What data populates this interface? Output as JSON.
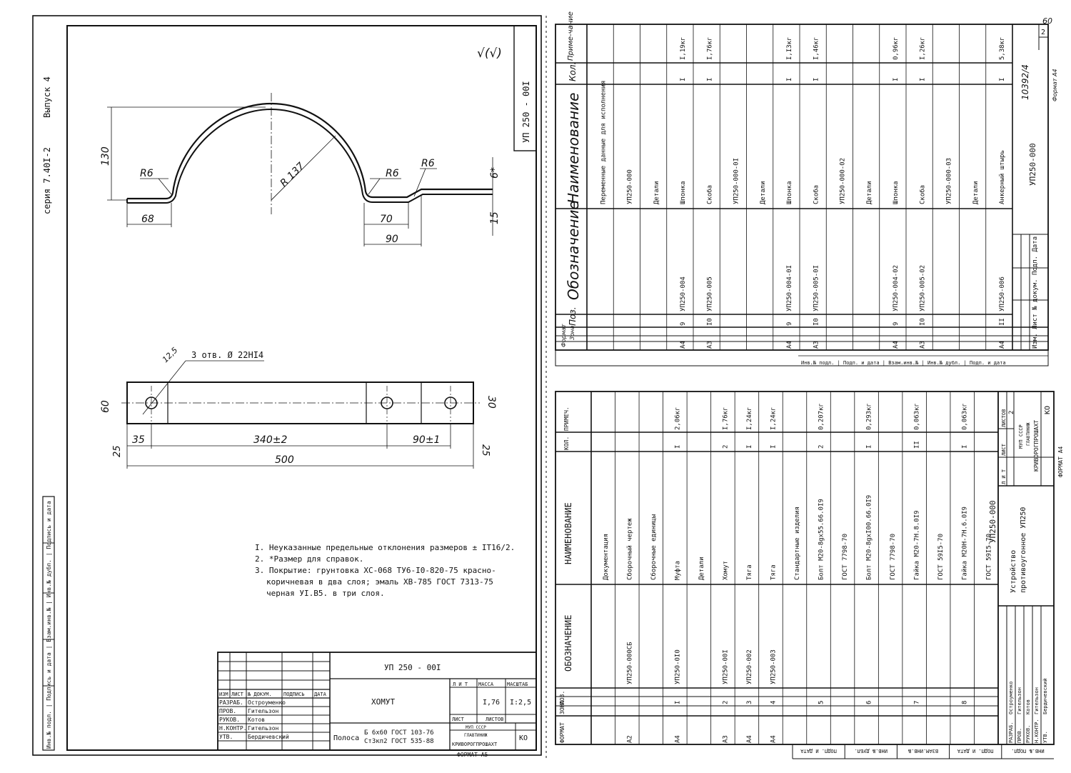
{
  "left_sheet": {
    "series": "серия 7.40I-2",
    "issue": "Выпуск 4",
    "roughness": "√(√)",
    "corner_stamp": "УП 250 - 00I",
    "sheet_number": "60",
    "part_top": {
      "dim_130": "130",
      "r6_left": "R6",
      "r137": "R 137",
      "r6_mid": "R6",
      "r6_right": "R6",
      "dim_6": "6*",
      "dim_68": "68",
      "dim_70": "70",
      "dim_90": "90",
      "dim_15": "15"
    },
    "part_bottom": {
      "holes_note": "3 отв. Ø 22HI4",
      "rough_125": "12,5",
      "dim_60": "60",
      "dim_30": "30",
      "dim_35": "35",
      "dim_340": "340±2",
      "dim_90_tol": "90±1",
      "dim_500": "500",
      "dim_25_left": "25",
      "dim_25_right": "25"
    },
    "notes": [
      "I. Неуказанные предельные отклонения размеров ± IT16/2.",
      "2. *Размер для справок.",
      "3. Покрытие: грунтовка ХС-068 ТУ6-I0-820-75 красно-",
      "коричневая в два слоя; эмаль ХВ-785 ГОСТ 7313-75",
      "черная УI.В5. в три слоя."
    ],
    "left_strip": "Инв.№ подл. | Подпись и дата | Взам.инв.№ | Инв.№ дубл. | Подпись и дата",
    "title_block": {
      "designation": "УП 250 - 00I",
      "name": "ХОМУТ",
      "material_label": "Полоса",
      "material_1": "Б 6х60 ГОСТ 103-76",
      "material_2": "Ст3кп2 ГОСТ 535-88",
      "lit_header": "Л И Т",
      "mass_header": "МАССА",
      "scale_header": "МАСШТАБ",
      "mass": "I,76",
      "scale": "I:2,5",
      "sheet_header": "ЛИСТ",
      "sheets_header": "ЛИСТОВ",
      "org_1": "МУП СССР",
      "org_2": "ГЛАВТИНИЖ",
      "org_3": "КРИВОРОГПРОШАХТ",
      "code": "КО",
      "format": "ФОРМАТ А5",
      "roles": [
        "ИЗМ",
        "ЛИСТ",
        "№ ДОКУМ.",
        "ПОДПИСЬ",
        "ДАТА"
      ],
      "people": [
        {
          "role": "РАЗРАБ.",
          "name": "Остроуменко"
        },
        {
          "role": "ПРОВ.",
          "name": "Гительзон"
        },
        {
          "role": "РУКОВ.",
          "name": "Котов"
        },
        {
          "role": "Н.КОНТР.",
          "name": "Гительзон"
        },
        {
          "role": "УТВ.",
          "name": "Бердичевский"
        }
      ]
    }
  },
  "top_right_spec": {
    "headers": {
      "format": "Формат",
      "zone": "Зона",
      "pos": "Поз.",
      "designation": "Обозначение",
      "name": "Наименование",
      "qty": "Кол.",
      "note": "Приме-чание"
    },
    "rows": [
      {
        "fmt": "",
        "pos": "",
        "des": "",
        "name": "Переменные данные для исполнения",
        "qty": "",
        "note": ""
      },
      {
        "fmt": "",
        "pos": "",
        "des": "",
        "name": "УП250-000",
        "qty": "",
        "note": ""
      },
      {
        "fmt": "",
        "pos": "",
        "des": "",
        "name": "Детали",
        "qty": "",
        "note": ""
      },
      {
        "fmt": "А4",
        "pos": "9",
        "des": "УП250-004",
        "name": "Шпонка",
        "qty": "I",
        "note": "I,19кг"
      },
      {
        "fmt": "А3",
        "pos": "I0",
        "des": "УП250-005",
        "name": "Скоба",
        "qty": "I",
        "note": "I,76кг"
      },
      {
        "fmt": "",
        "pos": "",
        "des": "",
        "name": "УП250-000-0I",
        "qty": "",
        "note": ""
      },
      {
        "fmt": "",
        "pos": "",
        "des": "",
        "name": "Детали",
        "qty": "",
        "note": ""
      },
      {
        "fmt": "А4",
        "pos": "9",
        "des": "УП250-004-0I",
        "name": "Шпонка",
        "qty": "I",
        "note": "I,I3кг"
      },
      {
        "fmt": "А3",
        "pos": "I0",
        "des": "УП250-005-0I",
        "name": "Скоба",
        "qty": "I",
        "note": "I,46кг"
      },
      {
        "fmt": "",
        "pos": "",
        "des": "",
        "name": "УП250-000-02",
        "qty": "",
        "note": ""
      },
      {
        "fmt": "",
        "pos": "",
        "des": "",
        "name": "Детали",
        "qty": "",
        "note": ""
      },
      {
        "fmt": "А4",
        "pos": "9",
        "des": "УП250-004-02",
        "name": "Шпонка",
        "qty": "I",
        "note": "0,96кг"
      },
      {
        "fmt": "А3",
        "pos": "I0",
        "des": "УП250-005-02",
        "name": "Скоба",
        "qty": "I",
        "note": "I,26кг"
      },
      {
        "fmt": "",
        "pos": "",
        "des": "",
        "name": "УП250-000-03",
        "qty": "",
        "note": ""
      },
      {
        "fmt": "",
        "pos": "",
        "des": "",
        "name": "Детали",
        "qty": "",
        "note": ""
      },
      {
        "fmt": "А4",
        "pos": "II",
        "des": "УП250-006",
        "name": "Анкерный штырь",
        "qty": "I",
        "note": "5,38кг"
      }
    ],
    "footer_designation": "УП250-000",
    "sheet": "2",
    "stamp_number": "10392/4",
    "format": "Формат А4",
    "side_labels": "Инв.№ подл. | Подп. и дата | Взам.инв.№ | Инв.№ дубл. | Подп. и дата",
    "change_row": "Изм. Лист № докум. Подп. Дата"
  },
  "bottom_right_spec": {
    "headers": {
      "format": "ФОРМАТ",
      "zone": "ЗОНА",
      "pos": "ПОЗ.",
      "designation": "ОБОЗНАЧЕНИЕ",
      "name": "НАИМЕНОВАНИЕ",
      "qty": "КОЛ.",
      "note": "ПРИМЕЧ."
    },
    "rows": [
      {
        "fmt": "",
        "pos": "",
        "des": "",
        "name": "Документация",
        "qty": "",
        "note": ""
      },
      {
        "fmt": "А2",
        "pos": "",
        "des": "УП250-000СБ",
        "name": "Сборочный чертеж",
        "qty": "",
        "note": ""
      },
      {
        "fmt": "",
        "pos": "",
        "des": "",
        "name": "Сборочные единицы",
        "qty": "",
        "note": ""
      },
      {
        "fmt": "А4",
        "pos": "I",
        "des": "УП250-0I0",
        "name": "Муфта",
        "qty": "I",
        "note": "2,06кг"
      },
      {
        "fmt": "",
        "pos": "",
        "des": "",
        "name": "Детали",
        "qty": "",
        "note": ""
      },
      {
        "fmt": "А3",
        "pos": "2",
        "des": "УП250-00I",
        "name": "Хомут",
        "qty": "2",
        "note": "I,76кг"
      },
      {
        "fmt": "А4",
        "pos": "3",
        "des": "УП250-002",
        "name": "Тяга",
        "qty": "I",
        "note": "I,24кг"
      },
      {
        "fmt": "А4",
        "pos": "4",
        "des": "УП250-003",
        "name": "Тяга",
        "qty": "I",
        "note": "I,24кг"
      },
      {
        "fmt": "",
        "pos": "",
        "des": "",
        "name": "Стандартные изделия",
        "qty": "",
        "note": ""
      },
      {
        "fmt": "",
        "pos": "5",
        "des": "",
        "name": "Болт М20-8gх55.66.0I9",
        "qty": "2",
        "note": "0,207кг"
      },
      {
        "fmt": "",
        "pos": "",
        "des": "",
        "name": "ГОСТ 7798-70",
        "qty": "",
        "note": ""
      },
      {
        "fmt": "",
        "pos": "6",
        "des": "",
        "name": "Болт М20-8gхI00.66.0I9",
        "qty": "I",
        "note": "0,293кг"
      },
      {
        "fmt": "",
        "pos": "",
        "des": "",
        "name": "ГОСТ 7798-70",
        "qty": "",
        "note": ""
      },
      {
        "fmt": "",
        "pos": "7",
        "des": "",
        "name": "Гайка М20-7Н.8.0I9",
        "qty": "II",
        "note": "0,063кг"
      },
      {
        "fmt": "",
        "pos": "",
        "des": "",
        "name": "ГОСТ 59I5-70",
        "qty": "",
        "note": ""
      },
      {
        "fmt": "",
        "pos": "8",
        "des": "",
        "name": "Гайка М20Н-7Н.6.0I9",
        "qty": "I",
        "note": "0,063кг"
      },
      {
        "fmt": "",
        "pos": "",
        "des": "",
        "name": "ГОСТ 59I5-70",
        "qty": "",
        "note": ""
      }
    ],
    "title_designation": "УП250-000",
    "title_name_1": "Устройство",
    "title_name_2": "противоугонное УП250",
    "lit": "Л И Т",
    "sheet_h": "ЛИСТ",
    "sheets_h": "ЛИСТОВ",
    "sheets_val": "2",
    "org_1": "МУП СССР",
    "org_2": "ГЛАВТИНИЖ",
    "org_3": "КРИВОРОГПРОШАХТ",
    "code": "КО",
    "format": "ФОРМАТ А4",
    "people": [
      {
        "role": "РАЗРАБ.",
        "name": "Остроуменко"
      },
      {
        "role": "ПРОВ.",
        "name": "Гительзон"
      },
      {
        "role": "РУКОВ.",
        "name": "Котов"
      },
      {
        "role": "Н.КОНТР.",
        "name": "Гительзон"
      },
      {
        "role": "УТВ.",
        "name": "Бердичевский"
      }
    ],
    "strip_labels": [
      "ПОДП. И ДАТА",
      "ИНВ.№ ДУБЛ.",
      "ВЗАМ.ИНВ.№",
      "ПОДП. И ДАТА",
      "ИНВ.№ ПОДЛ."
    ]
  }
}
